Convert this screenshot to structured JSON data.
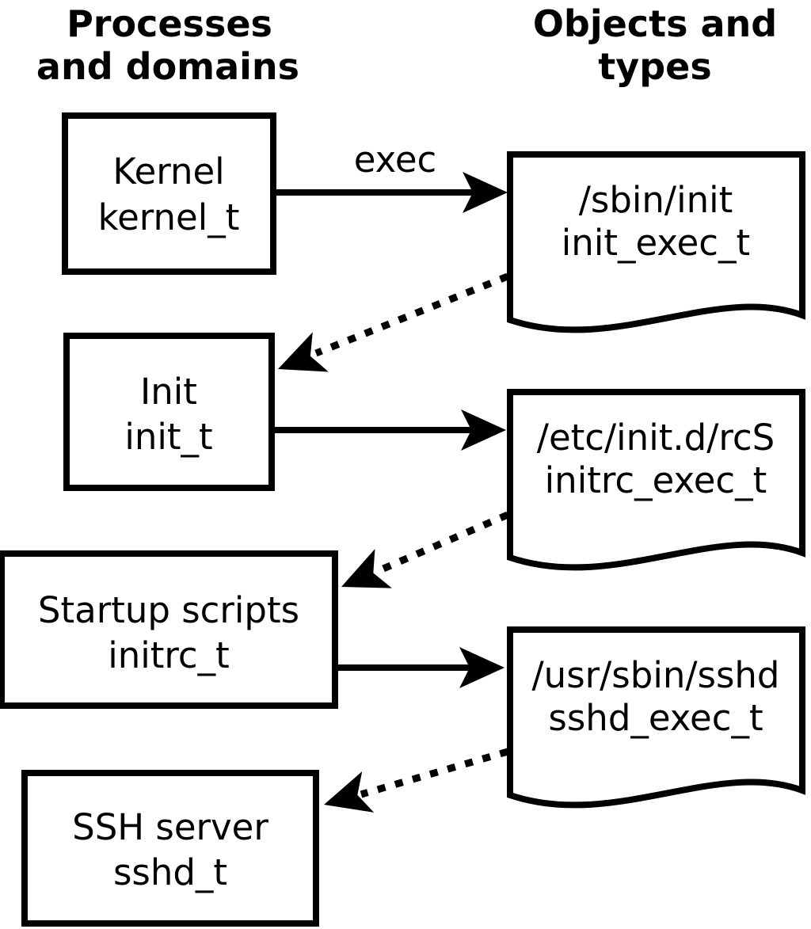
{
  "diagram": {
    "headers": {
      "left": {
        "line1": "Processes",
        "line2": "and domains"
      },
      "right": {
        "line1": "Objects and",
        "line2": "types"
      }
    },
    "processes": [
      {
        "label": "Kernel",
        "domain": "kernel_t"
      },
      {
        "label": "Init",
        "domain": "init_t"
      },
      {
        "label": "Startup scripts",
        "domain": "initrc_t"
      },
      {
        "label": "SSH server",
        "domain": "sshd_t"
      }
    ],
    "objects": [
      {
        "path": "/sbin/init",
        "type": "init_exec_t"
      },
      {
        "path": "/etc/init.d/rcS",
        "type": "initrc_exec_t"
      },
      {
        "path": "/usr/sbin/sshd",
        "type": "sshd_exec_t"
      }
    ],
    "edge_labels": {
      "exec": "exec"
    },
    "edges": [
      {
        "from": "kernel_t",
        "to": "init_exec_t",
        "style": "solid",
        "label": "exec"
      },
      {
        "from": "init_exec_t",
        "to": "init_t",
        "style": "dotted",
        "label": ""
      },
      {
        "from": "init_t",
        "to": "initrc_exec_t",
        "style": "solid",
        "label": ""
      },
      {
        "from": "initrc_exec_t",
        "to": "initrc_t",
        "style": "dotted",
        "label": ""
      },
      {
        "from": "initrc_t",
        "to": "sshd_exec_t",
        "style": "solid",
        "label": ""
      },
      {
        "from": "sshd_exec_t",
        "to": "sshd_t",
        "style": "dotted",
        "label": ""
      }
    ],
    "colors": {
      "stroke": "#000000",
      "fill": "#ffffff",
      "background": "#ffffff"
    }
  }
}
